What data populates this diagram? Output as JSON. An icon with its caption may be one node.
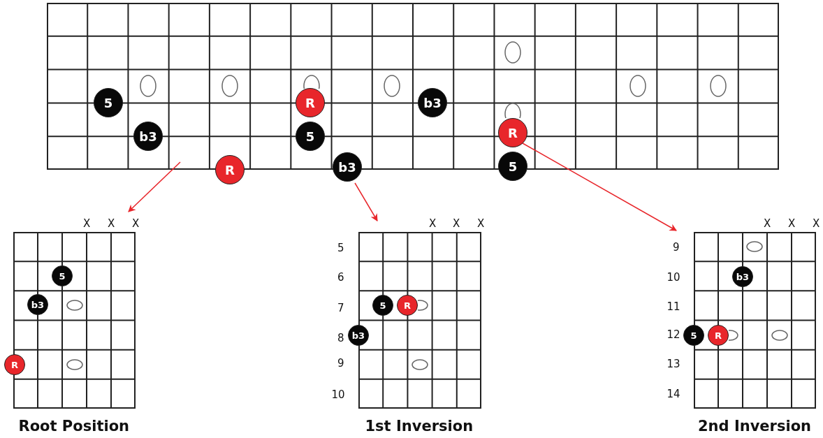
{
  "diagram": {
    "nodes": [
      {
        "text": [],
        "shape": "box"
      },
      {
        "text": [
          "5"
        ],
        "in": 0
      },
      {
        "text": [
          "b3"
        ],
        "in": 0
      },
      {
        "text": [],
        "shape": "ellipse",
        "in": 0
      },
      {
        "text": [
          "R"
        ],
        "in": 0
      },
      {
        "text": [],
        "shape": "ellipse",
        "in": 0
      },
      {
        "text": [],
        "shape": "ellipse",
        "in": 0
      },
      {
        "text": [
          "R"
        ],
        "in": 0
      },
      {
        "text": [
          "5"
        ],
        "in": 0
      },
      {
        "text": [
          "b3"
        ],
        "in": 0
      },
      {
        "text": [],
        "shape": "ellipse",
        "in": 0
      },
      {
        "text": [
          "b3"
        ],
        "in": 0
      },
      {
        "text": [],
        "shape": "ellipse",
        "in": 0
      },
      {
        "text": [],
        "shape": "ellipse",
        "in": 0
      },
      {
        "text": [
          "R"
        ],
        "in": 0
      },
      {
        "text": [
          "5"
        ],
        "in": 0
      },
      {
        "text": [],
        "shape": "ellipse",
        "in": 0
      },
      {
        "text": [],
        "shape": "ellipse",
        "in": 0
      },
      {
        "text": [
          "Root Position"
        ]
      },
      {
        "text": [
          "5"
        ],
        "in": 18
      },
      {
        "text": [
          "b3"
        ],
        "in": 18
      },
      {
        "text": [],
        "shape": "ellipse",
        "in": 18
      },
      {
        "text": [
          "R"
        ],
        "in": 18
      },
      {
        "text": [],
        "shape": "ellipse",
        "in": 18
      },
      {
        "text": [
          "1st Inversion"
        ]
      },
      {
        "text": [
          "b3"
        ],
        "in": 24
      },
      {
        "text": [
          "5"
        ],
        "in": 24
      },
      {
        "text": [
          "R"
        ],
        "in": 24
      },
      {
        "text": [],
        "shape": "ellipse",
        "in": 24
      },
      {
        "text": [],
        "shape": "ellipse",
        "in": 24
      },
      {
        "text": [
          "2nd Inversion"
        ]
      },
      {
        "text": [
          "5"
        ],
        "in": 30
      },
      {
        "text": [
          "R"
        ],
        "in": 30
      },
      {
        "text": [],
        "shape": "ellipse",
        "in": 30
      },
      {
        "text": [
          "b3"
        ],
        "in": 30
      },
      {
        "text": [],
        "shape": "ellipse",
        "in": 30
      },
      {
        "text": [],
        "shape": "ellipse",
        "in": 30
      }
    ],
    "edges": [
      {
        "from": 0,
        "to": 18,
        "arrow": "to"
      },
      {
        "from": 9,
        "to": 24,
        "arrow": "to"
      },
      {
        "from": 14,
        "to": 30,
        "arrow": "to"
      }
    ],
    "labels": [
      "X",
      "X",
      "X",
      "X",
      "X",
      "X",
      "X",
      "X",
      "X",
      "5",
      "9",
      "6",
      "10",
      "7",
      "11",
      "12",
      "8",
      "9",
      "13",
      "10",
      "14"
    ]
  }
}
